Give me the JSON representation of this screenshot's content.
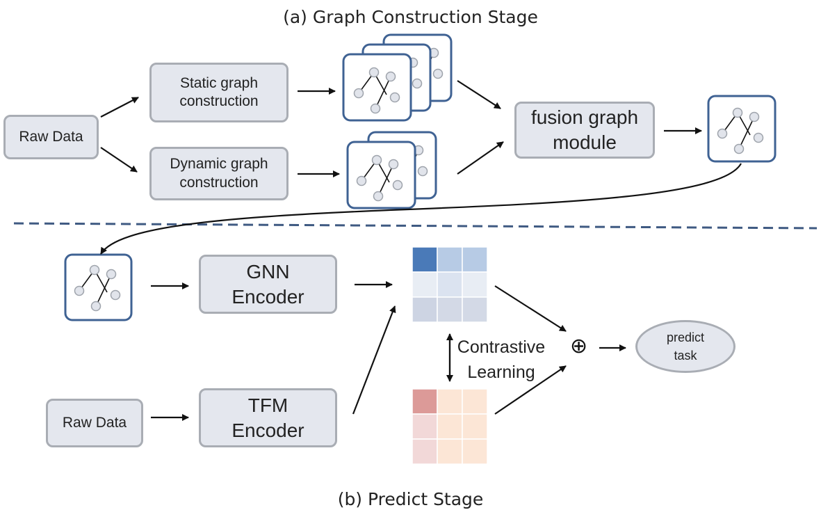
{
  "titles": {
    "top": "(a) Graph Construction Stage",
    "bottom": "(b) Predict Stage"
  },
  "stage_a": {
    "raw_data": "Raw Data",
    "static_line1": "Static graph",
    "static_line2": "construction",
    "dynamic_line1": "Dynamic graph",
    "dynamic_line2": "construction",
    "fusion_line1": "fusion graph",
    "fusion_line2": "module"
  },
  "stage_b": {
    "gnn_line1": "GNN",
    "gnn_line2": "Encoder",
    "tfm_line1": "TFM",
    "tfm_line2": "Encoder",
    "raw_data": "Raw Data",
    "contrastive_line1": "Contrastive",
    "contrastive_line2": "Learning",
    "fusion_operator": "⊕",
    "predict_line1": "predict",
    "predict_line2": "task"
  },
  "colors": {
    "box_fill": "#e4e7ee",
    "box_border": "#a9adb4",
    "graph_frame": "#3f6293",
    "node_fill": "#e1e4eb",
    "node_stroke": "#9ea3ab",
    "divider": "#3f5a82",
    "blue_cells": [
      [
        "#4a7ab8",
        "#b7cbe5",
        "#b7cbe5"
      ],
      [
        "#e8edf4",
        "#dbe3f0",
        "#e8edf4"
      ],
      [
        "#cdd4e3",
        "#d3d9e6",
        "#d3d9e6"
      ]
    ],
    "red_cells": [
      [
        "#dc9a98",
        "#fce6d6",
        "#fce6d6"
      ],
      [
        "#f2d8d8",
        "#fce6d6",
        "#fce6d6"
      ],
      [
        "#f2d8d8",
        "#fce6d6",
        "#fce6d6"
      ]
    ]
  }
}
